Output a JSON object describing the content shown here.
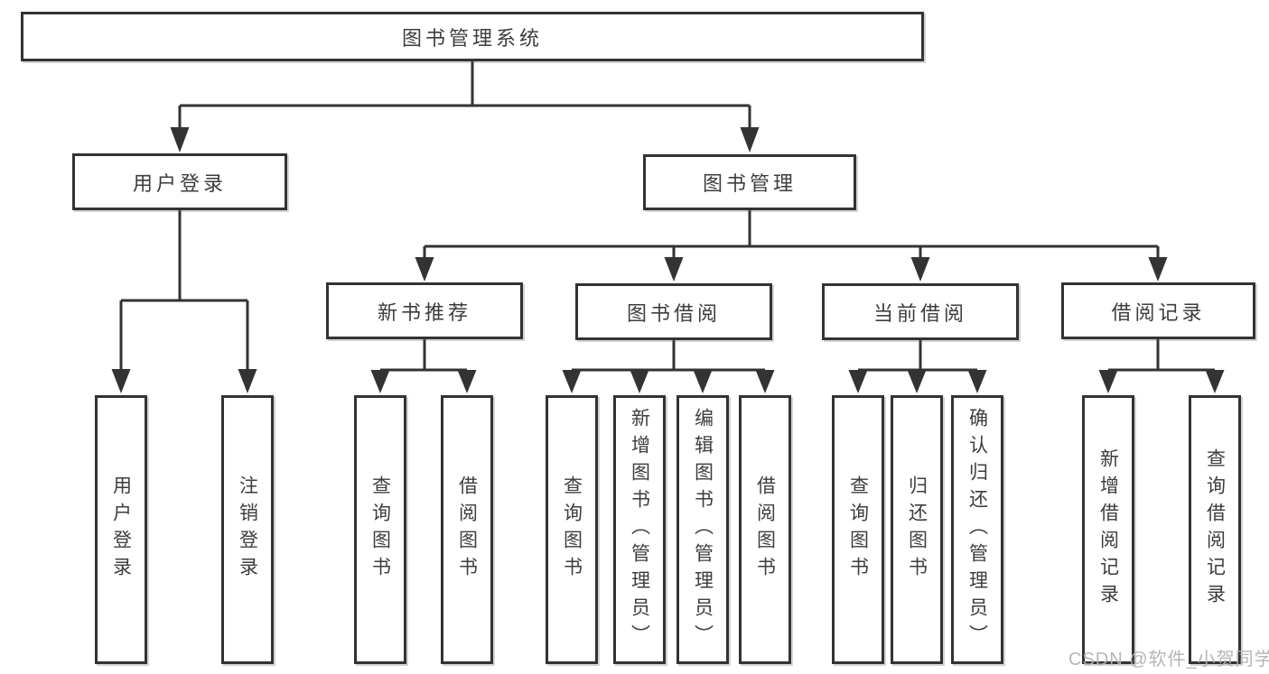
{
  "diagram": {
    "title": "图书管理系统",
    "branches": {
      "user_login": {
        "label": "用户登录",
        "children": [
          "用户登录",
          "注销登录"
        ]
      },
      "book_management": {
        "label": "图书管理",
        "children": {
          "new_book_recommend": {
            "label": "新书推荐",
            "children": [
              "查询图书",
              "借阅图书"
            ]
          },
          "book_borrowing": {
            "label": "图书借阅",
            "children": [
              "查询图书",
              "新增图书（管理员）",
              "编辑图书（管理员）",
              "借阅图书"
            ]
          },
          "current_borrowing": {
            "label": "当前借阅",
            "children": [
              "查询图书",
              "归还图书",
              "确认归还（管理员）"
            ]
          },
          "borrowing_records": {
            "label": "借阅记录",
            "children": [
              "新增借阅记录",
              "查询借阅记录"
            ]
          }
        }
      }
    }
  },
  "watermark": {
    "text": "CSDN @软件_小贺同学"
  },
  "colors": {
    "line": "#333333",
    "box_border": "#333333",
    "text": "#3d3d3d",
    "background": "#ffffff",
    "watermark": "#b2b2b2"
  }
}
